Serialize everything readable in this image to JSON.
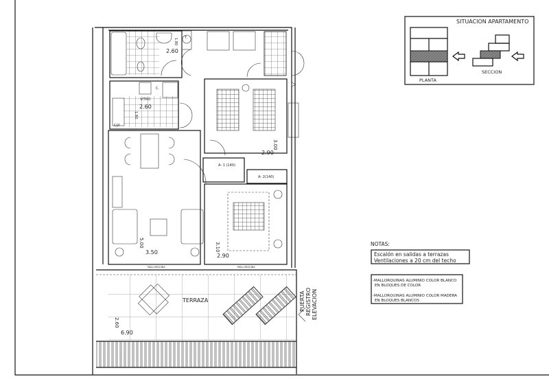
{
  "situacion": {
    "title": "SITUACION  APARTAMENTO",
    "planta": "PLANTA",
    "seccion": "SECCION"
  },
  "rooms": {
    "bath": {
      "w": "2.60",
      "h": "1.80",
      "toilet": "T."
    },
    "kitchen": {
      "c": "C.",
      "vitro": "VITRO",
      "w": "2.60",
      "h": "1.80",
      "cly": "CLY"
    },
    "bedroom1": {
      "w": "2.90",
      "h": "3.00"
    },
    "closet1": "A- 1 (140)",
    "closet2": "A- 2(140)",
    "living": {
      "h": "5.00",
      "w": "3.50"
    },
    "bedroom2": {
      "h": "3.10",
      "w": "2.90"
    },
    "window1": "MALLORQUINA",
    "window2": "MALLORQUINA",
    "terrace": {
      "label": "TERRAZA",
      "h": "2.60",
      "w": "6.90"
    },
    "door_note": [
      "PUERTA",
      "REGISTRO",
      "ELEVACION"
    ]
  },
  "notes": {
    "title": "NOTAS:",
    "box1": [
      "Escalón en salidas a terrazas",
      "Ventilaciones a 20 cm del techo"
    ],
    "box2": [
      "-MALLORQUINAS ALUMINIO COLOR BLANCO",
      "EN BLOQUES DE COLOR",
      "-MALLORQUINAS ALUMINIO COLOR MADERA",
      "EN BLOQUES BLANCOS"
    ]
  },
  "colors": {
    "line": "#111111",
    "hatch": "#777777"
  }
}
